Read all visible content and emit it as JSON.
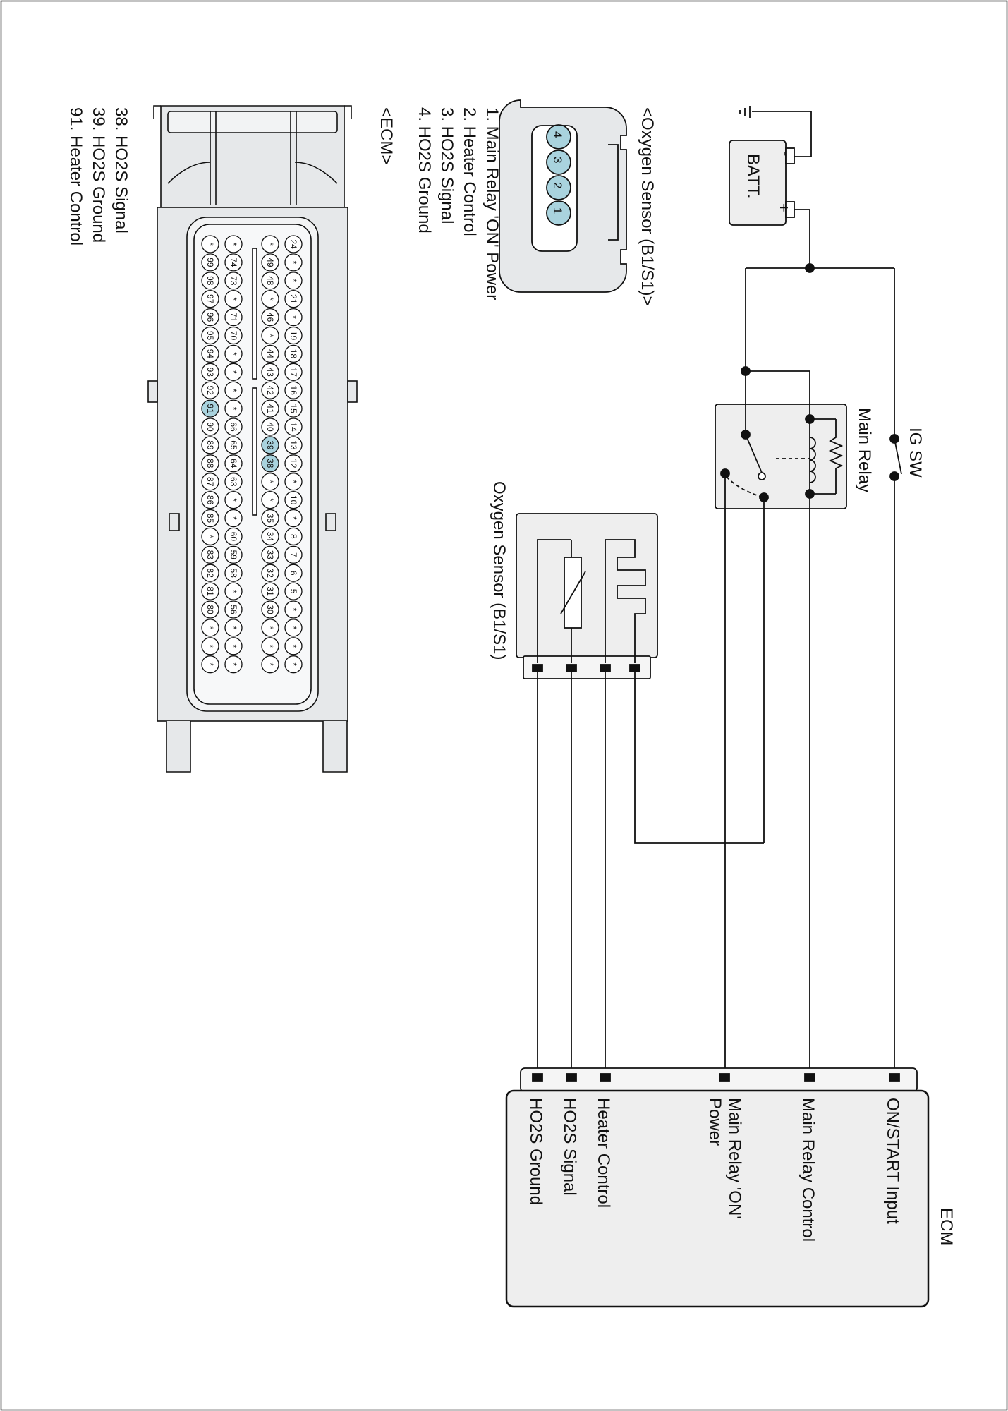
{
  "colors": {
    "line": "#111111",
    "block_fill": "#eeeeee",
    "ecm_fill": "#eeeeee",
    "ecm_header_fill": "#f5f5f5",
    "connector_fill": "#e6e8ea",
    "pin_highlight": "#a9d3de"
  },
  "battery": {
    "label": "BATT.",
    "plus": "+",
    "minus": "-"
  },
  "ig_switch": {
    "label": "IG SW"
  },
  "main_relay": {
    "label": "Main Relay"
  },
  "oxygen_sensor": {
    "label": "Oxygen Sensor (B1/S1)"
  },
  "ecm": {
    "title": "ECM",
    "pins": [
      {
        "line1": "ON/START Input",
        "line2": ""
      },
      {
        "line1": "Main Relay Control",
        "line2": ""
      },
      {
        "line1": "Main Relay 'ON'",
        "line2": "Power"
      },
      {
        "line1": "Heater Control",
        "line2": ""
      },
      {
        "line1": "HO2S  Signal",
        "line2": ""
      },
      {
        "line1": "HO2S  Ground",
        "line2": ""
      }
    ]
  },
  "o2_connector": {
    "title": "<Oxygen Sensor (B1/S1)>",
    "pins": [
      "4",
      "3",
      "2",
      "1"
    ],
    "legend": [
      "1. Main Relay 'ON' Power",
      "2. Heater Control",
      "3. HO2S  Signal",
      "4. HO2S  Ground"
    ]
  },
  "ecm_connector": {
    "title": "<ECM>",
    "highlighted_pins": [
      "38",
      "39",
      "91"
    ],
    "pin_rows": [
      [
        "24",
        "*",
        "*",
        "21",
        "*",
        "19",
        "18",
        "17",
        "16",
        "15",
        "14",
        "13",
        "12",
        "*",
        "10",
        "*",
        "8",
        "7",
        "6",
        "5",
        "*",
        "*",
        "*",
        "*"
      ],
      [
        "*",
        "49",
        "48",
        "*",
        "46",
        "*",
        "44",
        "43",
        "42",
        "41",
        "40",
        "39",
        "38",
        "*",
        "*",
        "35",
        "34",
        "33",
        "32",
        "31",
        "30",
        "*",
        "*",
        "*"
      ],
      [
        "*",
        "74",
        "73",
        "*",
        "71",
        "70",
        "*",
        "*",
        "*",
        "*",
        "66",
        "65",
        "64",
        "63",
        "*",
        "*",
        "60",
        "59",
        "58",
        "*",
        "56",
        "*",
        "*",
        "*"
      ],
      [
        "*",
        "99",
        "98",
        "97",
        "96",
        "95",
        "94",
        "93",
        "92",
        "91",
        "90",
        "89",
        "88",
        "87",
        "86",
        "85",
        "*",
        "83",
        "82",
        "81",
        "80",
        "*",
        "*",
        "*"
      ]
    ],
    "legend": [
      "38. HO2S  Signal",
      "39. HO2S  Ground",
      "91. Heater Control"
    ]
  }
}
